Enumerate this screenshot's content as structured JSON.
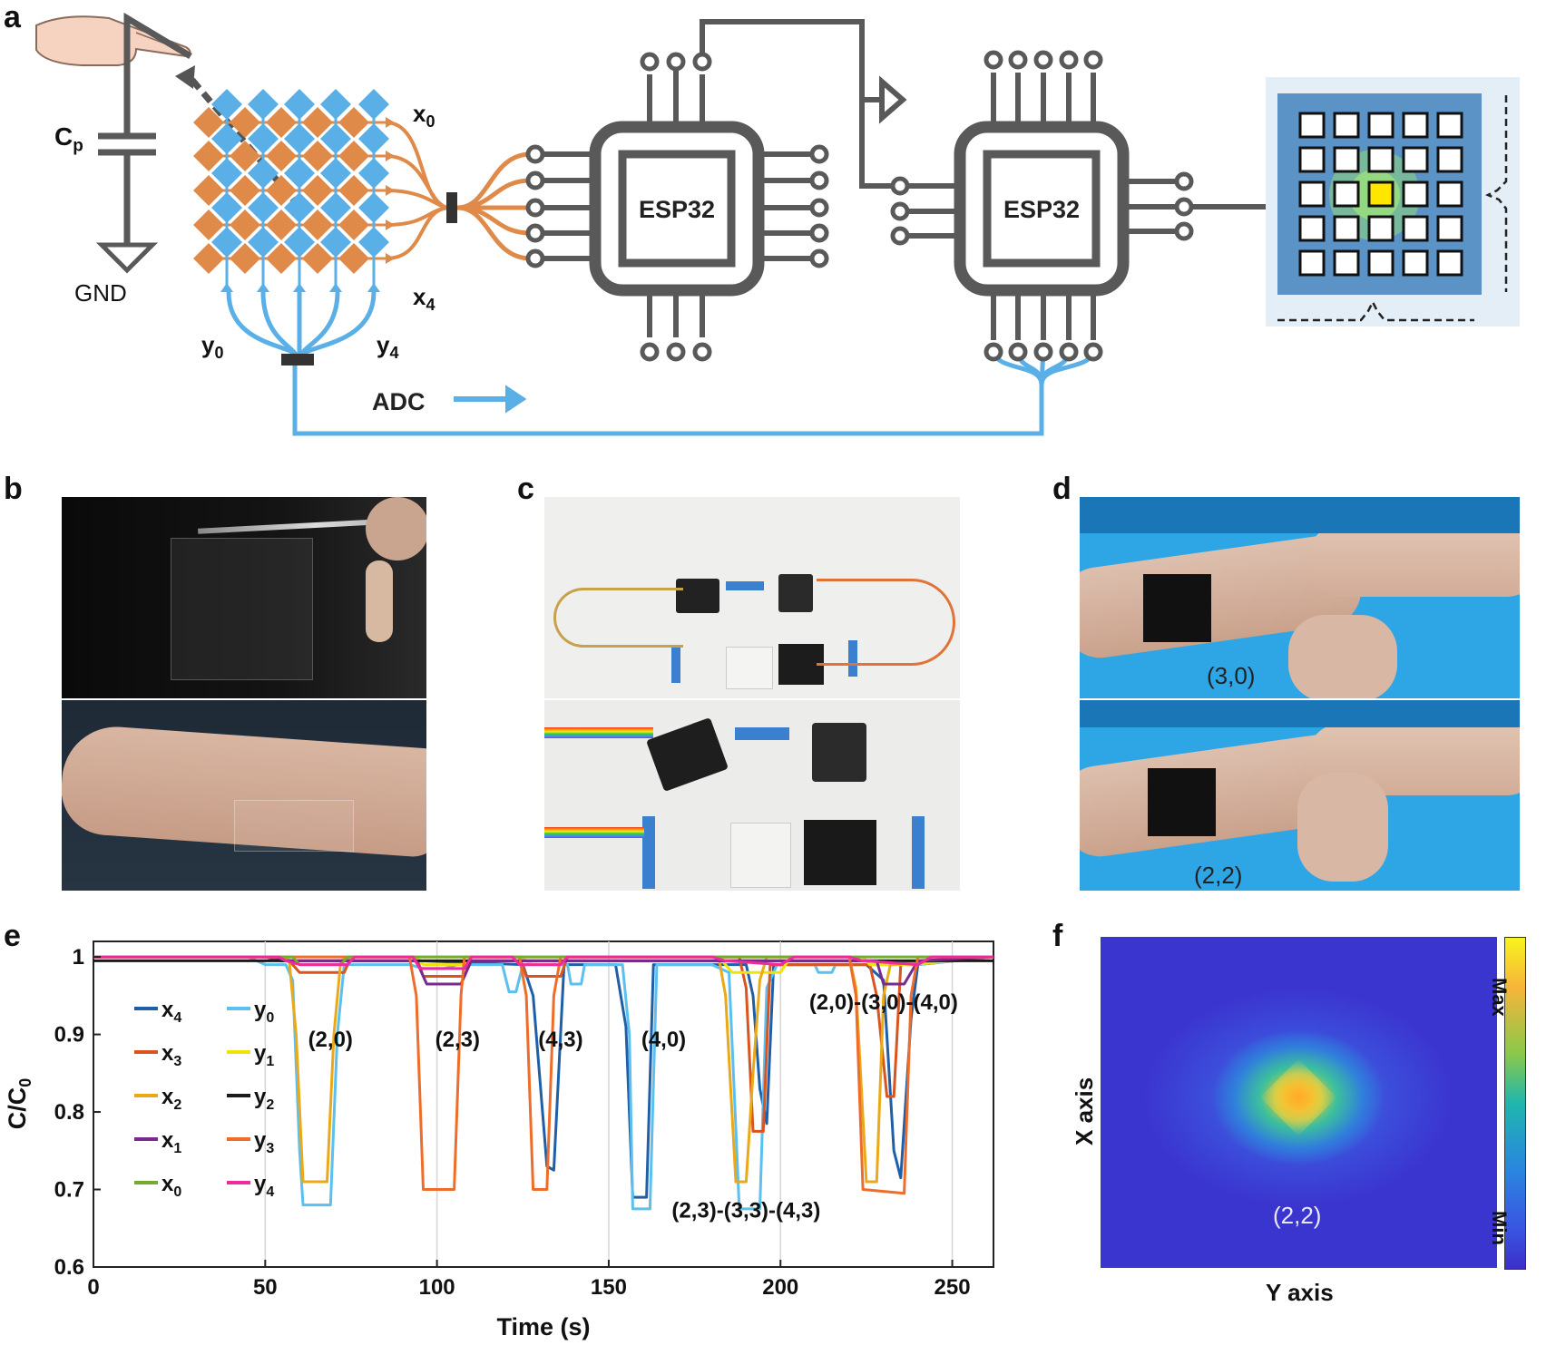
{
  "panels": {
    "a": {
      "letter": "a",
      "cp_main": "C",
      "cp_sub": "p",
      "gnd": "GND",
      "x0_main": "x",
      "x0_sub": "0",
      "x4_main": "x",
      "x4_sub": "4",
      "y0_main": "y",
      "y0_sub": "0",
      "y4_main": "y",
      "y4_sub": "4",
      "chip1": "ESP32",
      "chip2": "ESP32",
      "adc": "ADC",
      "colors": {
        "orange": "#e08a4a",
        "blue": "#5ab0e6",
        "gray": "#595959",
        "display_bg": "#e3eef7",
        "display_inner": "#5b93c6",
        "led_on": "#ffe600"
      }
    },
    "b": {
      "letter": "b"
    },
    "c": {
      "letter": "c"
    },
    "d": {
      "letter": "d",
      "label_top": "(3,0)",
      "label_bottom": "(2,2)"
    },
    "e": {
      "letter": "e"
    },
    "f": {
      "letter": "f",
      "xlabel": "Y axis",
      "ylabel": "X axis",
      "annotation": "(2,2)",
      "cb_max": "Max",
      "cb_min": "Min"
    }
  },
  "chart_data": [
    {
      "type": "line",
      "xlabel": "Time (s)",
      "ylabel_main": "C/C",
      "ylabel_sub": "0",
      "xlim": [
        0,
        262
      ],
      "ylim": [
        0.6,
        1.02
      ],
      "xticks": [
        0,
        50,
        100,
        150,
        200,
        250
      ],
      "yticks": [
        0.6,
        0.7,
        0.8,
        0.9,
        1
      ],
      "ytick_labels": [
        "0.6",
        "0.7",
        "0.8",
        "0.9",
        "1"
      ],
      "legend": [
        {
          "main": "x",
          "sub": "4",
          "color": "#1f5fa8"
        },
        {
          "main": "y",
          "sub": "0",
          "color": "#5bc0ee"
        },
        {
          "main": "x",
          "sub": "3",
          "color": "#d9541e"
        },
        {
          "main": "y",
          "sub": "1",
          "color": "#f2e20b"
        },
        {
          "main": "x",
          "sub": "2",
          "color": "#eba918"
        },
        {
          "main": "y",
          "sub": "2",
          "color": "#1a1a1a"
        },
        {
          "main": "x",
          "sub": "1",
          "color": "#7a2a8e"
        },
        {
          "main": "y",
          "sub": "3",
          "color": "#ee6d2a"
        },
        {
          "main": "x",
          "sub": "0",
          "color": "#75ab31"
        },
        {
          "main": "y",
          "sub": "4",
          "color": "#ef2b9c"
        }
      ],
      "annotations": [
        {
          "text": "(2,0)",
          "x": 69,
          "y": 0.884
        },
        {
          "text": "(2,3)",
          "x": 106,
          "y": 0.884
        },
        {
          "text": "(4,3)",
          "x": 136,
          "y": 0.884
        },
        {
          "text": "(4,0)",
          "x": 166,
          "y": 0.884
        },
        {
          "text": "(2,0)-(3,0)-(4,0)",
          "x": 230,
          "y": 0.932
        },
        {
          "text": "(2,3)-(3,3)-(4,3)",
          "x": 190,
          "y": 0.664
        }
      ],
      "series": [
        {
          "name": "x4",
          "color": "#1f5fa8",
          "points": [
            [
              0,
              1.0
            ],
            [
              50,
              1.0
            ],
            [
              55,
              0.995
            ],
            [
              95,
              0.995
            ],
            [
              125,
              0.99
            ],
            [
              128,
              0.95
            ],
            [
              132,
              0.73
            ],
            [
              134,
              0.725
            ],
            [
              137,
              0.99
            ],
            [
              152,
              0.99
            ],
            [
              155,
              0.91
            ],
            [
              157,
              0.69
            ],
            [
              161,
              0.69
            ],
            [
              163,
              0.99
            ],
            [
              190,
              0.99
            ],
            [
              192,
              0.95
            ],
            [
              194,
              0.83
            ],
            [
              196,
              0.785
            ],
            [
              198,
              0.99
            ],
            [
              225,
              0.99
            ],
            [
              230,
              0.97
            ],
            [
              233,
              0.75
            ],
            [
              235,
              0.715
            ],
            [
              238,
              0.92
            ],
            [
              240,
              0.99
            ],
            [
              262,
              1.0
            ]
          ]
        },
        {
          "name": "y0",
          "color": "#5bc0ee",
          "points": [
            [
              0,
              1.0
            ],
            [
              45,
              1.0
            ],
            [
              50,
              0.99
            ],
            [
              56,
              0.99
            ],
            [
              58,
              0.97
            ],
            [
              60,
              0.75
            ],
            [
              61,
              0.68
            ],
            [
              69,
              0.68
            ],
            [
              71,
              0.9
            ],
            [
              73,
              0.99
            ],
            [
              92,
              0.99
            ],
            [
              96,
              0.985
            ],
            [
              102,
              0.985
            ],
            [
              106,
              0.99
            ],
            [
              119,
              0.99
            ],
            [
              121,
              0.955
            ],
            [
              123,
              0.955
            ],
            [
              125,
              0.99
            ],
            [
              138,
              0.99
            ],
            [
              139,
              0.965
            ],
            [
              142,
              0.965
            ],
            [
              143,
              0.99
            ],
            [
              154,
              0.99
            ],
            [
              156,
              0.9
            ],
            [
              157,
              0.675
            ],
            [
              162,
              0.675
            ],
            [
              164,
              0.99
            ],
            [
              180,
              0.99
            ],
            [
              185,
              0.98
            ],
            [
              187,
              0.78
            ],
            [
              188,
              0.675
            ],
            [
              194,
              0.675
            ],
            [
              196,
              0.96
            ],
            [
              199,
              0.99
            ],
            [
              210,
              0.99
            ],
            [
              211,
              0.98
            ],
            [
              215,
              0.98
            ],
            [
              216,
              0.99
            ],
            [
              225,
              0.99
            ],
            [
              240,
              0.99
            ],
            [
              262,
              1.0
            ]
          ]
        },
        {
          "name": "x3",
          "color": "#d9541e",
          "points": [
            [
              0,
              1.0
            ],
            [
              55,
              1.0
            ],
            [
              58,
              0.99
            ],
            [
              60,
              0.98
            ],
            [
              73,
              0.98
            ],
            [
              75,
              1.0
            ],
            [
              94,
              1.0
            ],
            [
              96,
              0.975
            ],
            [
              108,
              0.975
            ],
            [
              110,
              1.0
            ],
            [
              124,
              1.0
            ],
            [
              126,
              0.975
            ],
            [
              136,
              0.975
            ],
            [
              138,
              1.0
            ],
            [
              188,
              1.0
            ],
            [
              190,
              0.96
            ],
            [
              192,
              0.775
            ],
            [
              195,
              0.775
            ],
            [
              197,
              0.99
            ],
            [
              226,
              0.99
            ],
            [
              228,
              0.95
            ],
            [
              231,
              0.82
            ],
            [
              233,
              0.82
            ],
            [
              235,
              0.99
            ],
            [
              262,
              1.0
            ]
          ]
        },
        {
          "name": "y1",
          "color": "#f2e20b",
          "points": [
            [
              0,
              1.0
            ],
            [
              55,
              1.0
            ],
            [
              58,
              0.995
            ],
            [
              72,
              0.995
            ],
            [
              74,
              1.0
            ],
            [
              94,
              1.0
            ],
            [
              96,
              0.99
            ],
            [
              108,
              0.99
            ],
            [
              110,
              1.0
            ],
            [
              124,
              1.0
            ],
            [
              128,
              0.99
            ],
            [
              136,
              0.99
            ],
            [
              138,
              1.0
            ],
            [
              182,
              1.0
            ],
            [
              186,
              0.98
            ],
            [
              200,
              0.98
            ],
            [
              203,
              1.0
            ],
            [
              224,
              1.0
            ],
            [
              226,
              0.99
            ],
            [
              234,
              0.99
            ],
            [
              238,
              0.99
            ],
            [
              262,
              1.0
            ]
          ]
        },
        {
          "name": "x2",
          "color": "#eba918",
          "points": [
            [
              0,
              1.0
            ],
            [
              55,
              1.0
            ],
            [
              57,
              0.995
            ],
            [
              59,
              0.9
            ],
            [
              61,
              0.71
            ],
            [
              68,
              0.71
            ],
            [
              70,
              0.9
            ],
            [
              72,
              0.995
            ],
            [
              76,
              1.0
            ],
            [
              182,
              1.0
            ],
            [
              184,
              0.95
            ],
            [
              187,
              0.71
            ],
            [
              190,
              0.71
            ],
            [
              192,
              0.85
            ],
            [
              194,
              0.97
            ],
            [
              196,
              1.0
            ],
            [
              220,
              1.0
            ],
            [
              222,
              0.96
            ],
            [
              225,
              0.71
            ],
            [
              228,
              0.71
            ],
            [
              230,
              0.95
            ],
            [
              232,
              0.99
            ],
            [
              262,
              1.0
            ]
          ]
        },
        {
          "name": "y2",
          "color": "#1a1a1a",
          "points": [
            [
              0,
              0.995
            ],
            [
              262,
              0.995
            ]
          ]
        },
        {
          "name": "x1",
          "color": "#7a2a8e",
          "points": [
            [
              0,
              1.0
            ],
            [
              53,
              1.0
            ],
            [
              56,
              0.995
            ],
            [
              94,
              0.995
            ],
            [
              97,
              0.965
            ],
            [
              107,
              0.965
            ],
            [
              110,
              0.995
            ],
            [
              228,
              0.995
            ],
            [
              230,
              0.965
            ],
            [
              236,
              0.965
            ],
            [
              240,
              0.995
            ],
            [
              262,
              1.0
            ]
          ]
        },
        {
          "name": "y3",
          "color": "#ee6d2a",
          "points": [
            [
              0,
              1.0
            ],
            [
              92,
              1.0
            ],
            [
              94,
              0.95
            ],
            [
              96,
              0.7
            ],
            [
              105,
              0.7
            ],
            [
              107,
              0.95
            ],
            [
              108,
              1.0
            ],
            [
              124,
              1.0
            ],
            [
              126,
              0.95
            ],
            [
              128,
              0.7
            ],
            [
              132,
              0.7
            ],
            [
              134,
              0.95
            ],
            [
              136,
              1.0
            ],
            [
              220,
              1.0
            ],
            [
              222,
              0.95
            ],
            [
              224,
              0.7
            ],
            [
              236,
              0.695
            ],
            [
              238,
              0.95
            ],
            [
              240,
              1.0
            ],
            [
              262,
              1.0
            ]
          ]
        },
        {
          "name": "x0",
          "color": "#75ab31",
          "points": [
            [
              0,
              1.0
            ],
            [
              58,
              1.0
            ],
            [
              60,
              0.99
            ],
            [
              72,
              0.99
            ],
            [
              74,
              1.0
            ],
            [
              262,
              1.0
            ]
          ]
        },
        {
          "name": "y4",
          "color": "#ef2b9c",
          "points": [
            [
              0,
              1.0
            ],
            [
              10,
              1.0
            ],
            [
              20,
              1.0
            ],
            [
              30,
              1.0
            ],
            [
              40,
              1.0
            ],
            [
              54,
              1.0
            ],
            [
              56,
              0.995
            ],
            [
              60,
              0.99
            ],
            [
              74,
              0.99
            ],
            [
              76,
              1.0
            ],
            [
              93,
              1.0
            ],
            [
              95,
              0.985
            ],
            [
              108,
              0.985
            ],
            [
              110,
              1.0
            ],
            [
              122,
              1.0
            ],
            [
              124,
              0.99
            ],
            [
              136,
              0.99
            ],
            [
              138,
              1.0
            ],
            [
              180,
              1.0
            ],
            [
              184,
              0.995
            ],
            [
              200,
              0.99
            ],
            [
              204,
              1.0
            ],
            [
              220,
              1.0
            ],
            [
              224,
              0.995
            ],
            [
              240,
              0.99
            ],
            [
              244,
              1.0
            ],
            [
              262,
              1.0
            ]
          ]
        }
      ]
    },
    {
      "type": "heatmap",
      "xlabel": "Y axis",
      "ylabel": "X axis",
      "peak_label": "(2,2)",
      "colorbar": [
        "Min",
        "Max"
      ],
      "peak_position": [
        2,
        2
      ]
    }
  ]
}
